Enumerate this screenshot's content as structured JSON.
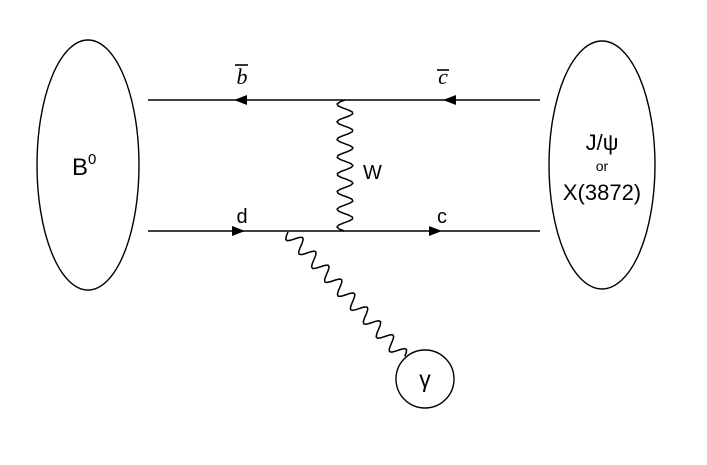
{
  "initial_state": {
    "label": "B",
    "superscript": "0"
  },
  "final_state": {
    "line1": "J/ψ",
    "line2": "or",
    "line3": "X(3872)"
  },
  "quarks": {
    "top_left": {
      "symbol": "b",
      "bar": true
    },
    "top_right": {
      "symbol": "c",
      "bar": true
    },
    "bottom_left": "d",
    "bottom_right": "c"
  },
  "boson": "W",
  "photon": "γ"
}
